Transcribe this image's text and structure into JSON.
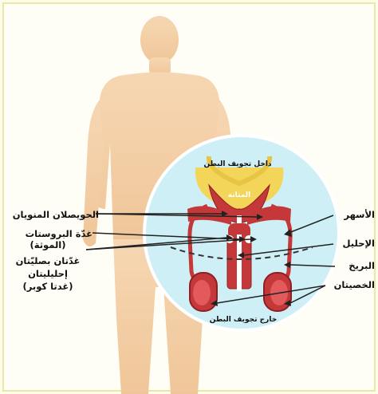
{
  "diagram": {
    "inside_abdomen": "داخل تجويف البطن",
    "outside_abdomen": "خارج تجويف البطن",
    "bladder": "المثانة",
    "seminal_vesicles": "الحويصلان المنويان",
    "prostate_line1": "غدّة البروستات",
    "prostate_line2": "(الموثة)",
    "bulbourethral_line1": "غدّتان بصليّتان",
    "bulbourethral_line2": "إحليليتان",
    "bulbourethral_line3": "(غدتا كوبر)",
    "vas_deferens": "الأسهر",
    "urethra": "الإحليل",
    "scrotum": "البريخ",
    "testes": "الخصيتان"
  },
  "colors": {
    "background": "#fdfbea",
    "body_silhouette": "#f4cfa6",
    "inset_circle": "#cfeff6",
    "organ_red": "#c5383a",
    "organ_dark": "#8e1f22",
    "bladder_yellow": "#f3d659"
  }
}
